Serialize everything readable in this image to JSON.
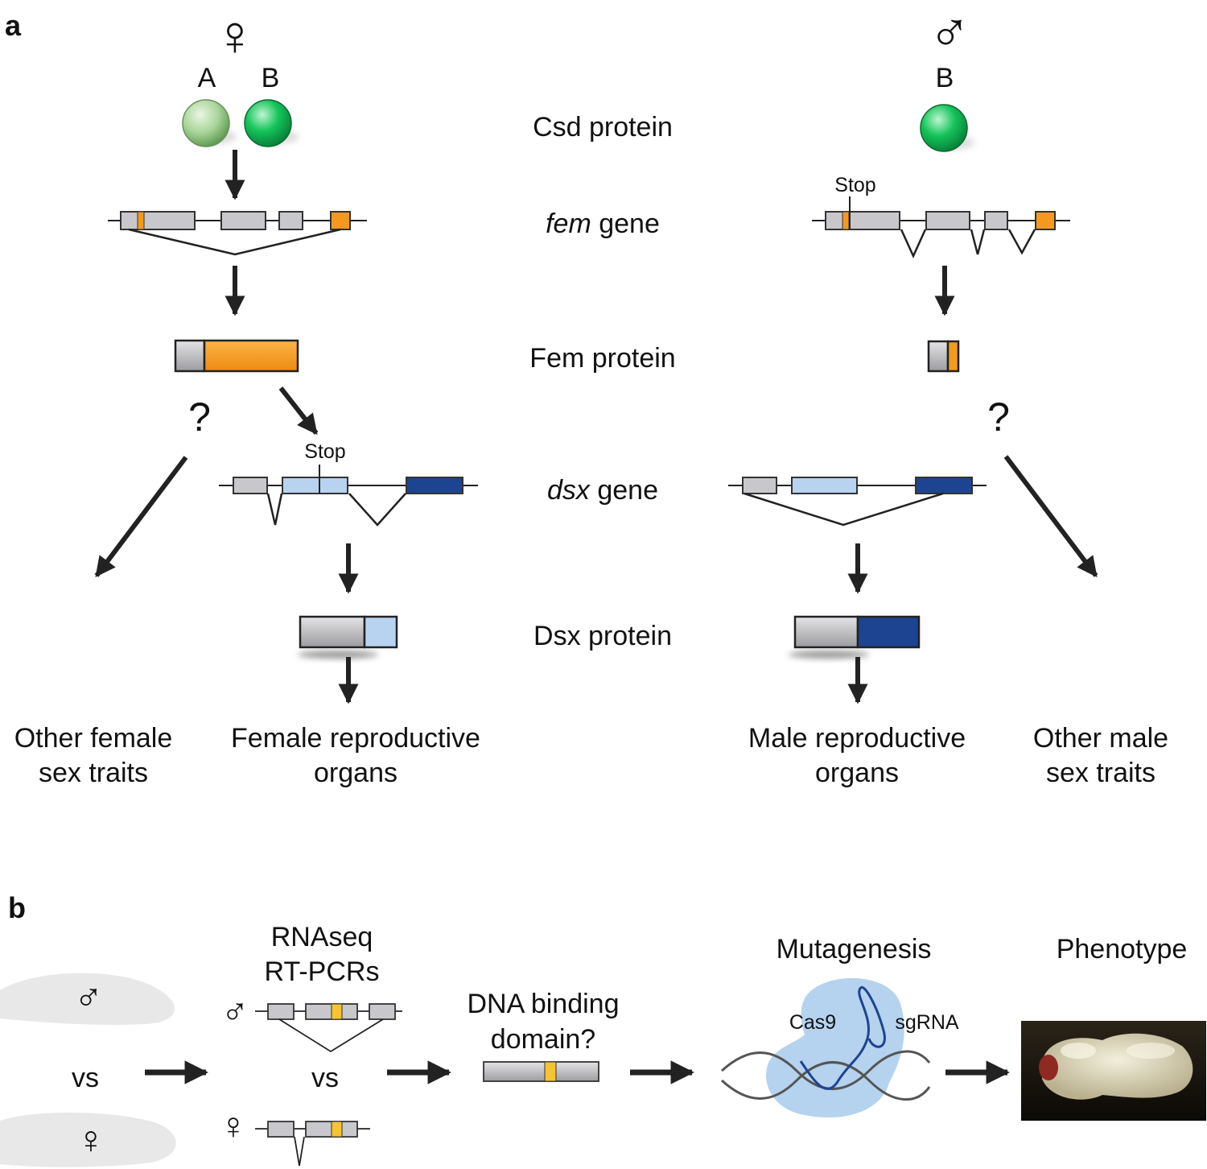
{
  "panel_a": {
    "letter": "a",
    "female_symbol": "♀",
    "male_symbol": "♂",
    "allele_a": "A",
    "allele_b_female": "B",
    "allele_b_male": "B",
    "csd_label": "Csd protein",
    "fem_gene_italic": "fem",
    "fem_gene_rest": " gene",
    "fem_protein_label": "Fem protein",
    "dsx_gene_italic": "dsx",
    "dsx_gene_rest": " gene",
    "dsx_protein_label": "Dsx protein",
    "stop_male_fem": "Stop",
    "stop_female_dsx": "Stop",
    "question_female": "?",
    "question_male": "?",
    "other_female_1": "Other female",
    "other_female_2": "sex traits",
    "female_repro_1": "Female reproductive",
    "female_repro_2": "organs",
    "male_repro_1": "Male reproductive",
    "male_repro_2": "organs",
    "other_male_1": "Other male",
    "other_male_2": "sex traits"
  },
  "panel_b": {
    "letter": "b",
    "male_symbol": "♂",
    "female_symbol": "♀",
    "vs_1": "vs",
    "rnaseq": "RNAseq",
    "rtpcr": "RT-PCRs",
    "vs_2": "vs",
    "dna_1": "DNA binding",
    "dna_2": "domain?",
    "mutagenesis": "Mutagenesis",
    "cas9": "Cas9",
    "sgrna": "sgRNA",
    "phenotype": "Phenotype"
  },
  "colors": {
    "exon_gray": "#c8c8cc",
    "fem_orange": "#f39a1e",
    "csd_light_green": "#a9d59a",
    "csd_green": "#15c45a",
    "dsx_light_blue": "#b8d3ef",
    "dsx_dark_blue": "#1d4490",
    "domain_yellow": "#f6c431",
    "cas9_blue": "#b5d3ee",
    "arrow": "#222222"
  }
}
